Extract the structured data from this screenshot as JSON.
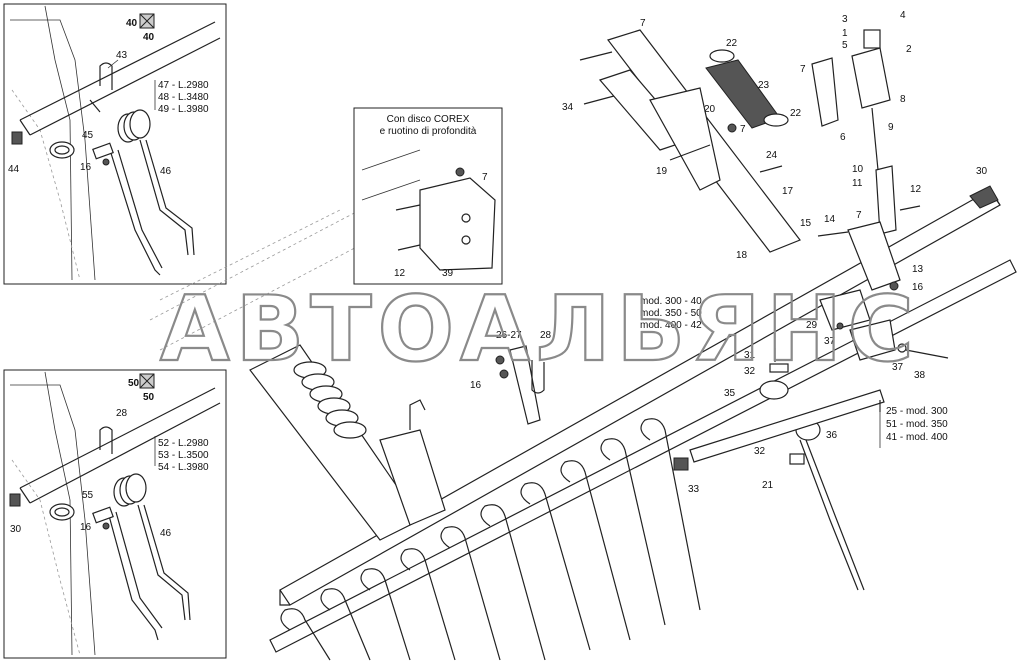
{
  "watermark": "АВТОАЛЬЯНС",
  "inset_box": {
    "line1": "Con disco COREX",
    "line2": "e ruotino di profondità"
  },
  "detail_top": {
    "badge": "40",
    "badge_sub": "40",
    "lengths": [
      "47 - L.2980",
      "48 - L.3480",
      "49 - L.3980"
    ]
  },
  "detail_bottom": {
    "badge": "50",
    "badge_sub": "50",
    "lengths": [
      "52 - L.2980",
      "53 - L.3500",
      "54 - L.3980"
    ]
  },
  "mods_top": [
    "mod. 300 - 40",
    "mod. 350 - 50",
    "mod. 400 - 42"
  ],
  "mods_right": [
    "25 - mod. 300",
    "51 - mod. 350",
    "41 - mod. 400"
  ],
  "callouts": {
    "c1": "1",
    "c2": "2",
    "c3": "3",
    "c4": "4",
    "c5": "5",
    "c6": "6",
    "c7a": "7",
    "c7b": "7",
    "c7c": "7",
    "c7d": "7",
    "c7e": "7",
    "c8": "8",
    "c9": "9",
    "c10": "10",
    "c11": "11",
    "c12a": "12",
    "c12b": "12",
    "c13": "13",
    "c14": "14",
    "c15": "15",
    "c16a": "16",
    "c16b": "16",
    "c16c": "16",
    "c16d": "16",
    "c17": "17",
    "c18": "18",
    "c19": "19",
    "c20": "20",
    "c21": "21",
    "c22a": "22",
    "c22b": "22",
    "c23": "23",
    "c24": "24",
    "c26": "26-27",
    "c28a": "28",
    "c28b": "28",
    "c29": "29",
    "c30a": "30",
    "c30b": "30",
    "c31": "31",
    "c32a": "32",
    "c32b": "32",
    "c33": "33",
    "c34": "34",
    "c35": "35",
    "c36": "36",
    "c37a": "37",
    "c37b": "37",
    "c38": "38",
    "c39": "39",
    "c43": "43",
    "c44": "44",
    "c45": "45",
    "c46a": "46",
    "c46b": "46",
    "c55": "55"
  }
}
